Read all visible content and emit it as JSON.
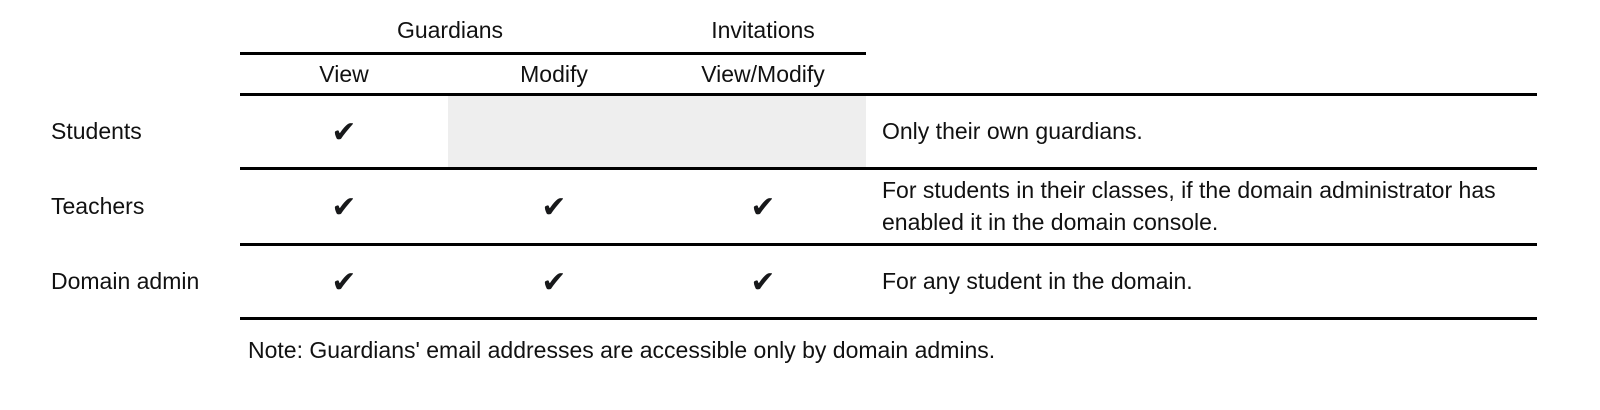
{
  "table": {
    "group_headers": [
      {
        "label": "",
        "span": 1,
        "rule": false
      },
      {
        "label": "Guardians",
        "span": 2,
        "rule": true
      },
      {
        "label": "Invitations",
        "span": 1,
        "rule": true
      },
      {
        "label": "",
        "span": 1,
        "rule": false
      }
    ],
    "column_headers": [
      "",
      "View",
      "Modify",
      "View/Modify",
      ""
    ],
    "check_glyph": "✔",
    "rows": [
      {
        "label": "Students",
        "view": true,
        "modify": false,
        "modify_shaded": true,
        "invitations": false,
        "invitations_shaded": true,
        "notes": "Only their own guardians."
      },
      {
        "label": "Teachers",
        "view": true,
        "modify": true,
        "modify_shaded": false,
        "invitations": true,
        "invitations_shaded": false,
        "notes": "For students in their classes, if the domain administrator has enabled it in the domain console."
      },
      {
        "label": "Domain admin",
        "view": true,
        "modify": true,
        "modify_shaded": false,
        "invitations": true,
        "invitations_shaded": false,
        "notes": "For any student in the domain."
      }
    ]
  },
  "footnote": {
    "text": "Note: Guardians' email addresses are accessible only by domain admins."
  },
  "colors": {
    "rule": "#000000",
    "shaded_cell": "#eeeeee",
    "text": "#111111",
    "background": "#ffffff"
  }
}
